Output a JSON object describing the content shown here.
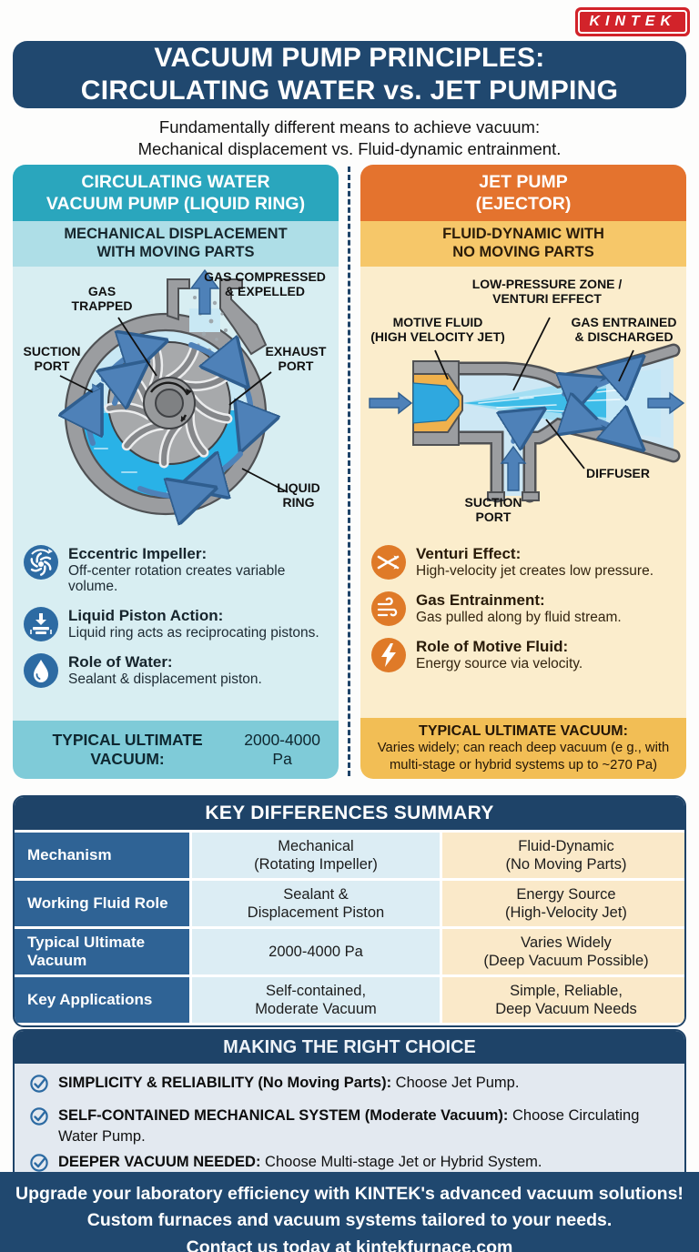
{
  "brand": {
    "logo_text": "KINTEK"
  },
  "header": {
    "title_line1": "VACUUM PUMP PRINCIPLES:",
    "title_line2": "CIRCULATING WATER vs. JET PUMPING",
    "subtitle_line1": "Fundamentally different means to achieve vacuum:",
    "subtitle_line2": "Mechanical displacement vs. Fluid-dynamic entrainment."
  },
  "left_panel": {
    "title_line1": "CIRCULATING WATER",
    "title_line2": "VACUUM PUMP (LIQUID RING)",
    "subtitle_line1": "MECHANICAL DISPLACEMENT",
    "subtitle_line2": "WITH MOVING PARTS",
    "diagram_labels": {
      "gas_trapped": "GAS\nTRAPPED",
      "gas_compressed": "GAS COMPRESSED\n& EXPELLED",
      "suction_port": "SUCTION\nPORT",
      "exhaust_port": "EXHAUST\nPORT",
      "liquid_ring": "LIQUID\nRING"
    },
    "features": [
      {
        "icon": "impeller-icon",
        "title": "Eccentric Impeller:",
        "desc": "Off-center rotation creates variable volume."
      },
      {
        "icon": "piston-icon",
        "title": "Liquid Piston Action:",
        "desc": "Liquid ring acts as reciprocating pistons."
      },
      {
        "icon": "droplet-icon",
        "title": "Role of Water:",
        "desc": "Sealant & displacement piston."
      }
    ],
    "vacuum_label": "TYPICAL ULTIMATE VACUUM:",
    "vacuum_value": "2000-4000 Pa"
  },
  "right_panel": {
    "title_line1": "JET PUMP",
    "title_line2": "(EJECTOR)",
    "subtitle_line1": "FLUID-DYNAMIC WITH",
    "subtitle_line2": "NO MOVING PARTS",
    "diagram_labels": {
      "low_pressure_zone": "LOW-PRESSURE ZONE /\nVENTURI EFFECT",
      "motive_fluid": "MOTIVE FLUID\n(HIGH VELOCITY JET)",
      "gas_entrained": "GAS ENTRAINED\n& DISCHARGED",
      "diffuser": "DIFFUSER",
      "suction_port": "SUCTION\nPORT"
    },
    "features": [
      {
        "icon": "venturi-icon",
        "title": "Venturi Effect:",
        "desc": "High-velocity jet creates low pressure."
      },
      {
        "icon": "wind-icon",
        "title": "Gas Entrainment:",
        "desc": "Gas pulled along by fluid stream."
      },
      {
        "icon": "bolt-icon",
        "title": "Role of Motive Fluid:",
        "desc": "Energy source via velocity."
      }
    ],
    "vacuum_label": "TYPICAL ULTIMATE VACUUM:",
    "vacuum_value": "Varies widely; can reach deep vacuum (e g., with multi-stage or hybrid systems up to ~270 Pa)"
  },
  "summary_table": {
    "title": "KEY DIFFERENCES SUMMARY",
    "rows": [
      {
        "label": "Mechanism",
        "left": "Mechanical\n(Rotating Impeller)",
        "right": "Fluid-Dynamic\n(No Moving Parts)"
      },
      {
        "label": "Working Fluid Role",
        "left": "Sealant &\nDisplacement Piston",
        "right": "Energy Source\n(High-Velocity Jet)"
      },
      {
        "label": "Typical Ultimate\nVacuum",
        "left": "2000-4000 Pa",
        "right": "Varies Widely\n(Deep Vacuum Possible)"
      },
      {
        "label": "Key Applications",
        "left": "Self-contained,\nModerate Vacuum",
        "right": "Simple, Reliable,\nDeep Vacuum Needs"
      }
    ]
  },
  "choice": {
    "title": "MAKING THE RIGHT CHOICE",
    "items": [
      {
        "bold": "SIMPLICITY & RELIABILITY (No Moving Parts):",
        "rest": " Choose Jet Pump."
      },
      {
        "bold": "SELF-CONTAINED MECHANICAL SYSTEM (Moderate Vacuum):",
        "rest": " Choose Circulating Water Pump."
      },
      {
        "bold": "DEEPER VACUUM NEEDED:",
        "rest": " Choose Multi-stage Jet or Hybrid System."
      }
    ]
  },
  "footer": {
    "line1": "Upgrade your laboratory efficiency with KINTEK's advanced vacuum solutions!",
    "line2": "Custom furnaces and vacuum systems tailored to your needs.",
    "line3": "Contact us today at kintekfurnace.com"
  },
  "colors": {
    "navy": "#20486F",
    "table_navy": "#1E4368",
    "teal_header": "#2AA6BD",
    "orange_header": "#E4732E",
    "left_body": "#D8EEF2",
    "right_body": "#FBEDCC",
    "left_foot": "#7FCBD8",
    "right_foot": "#F2BE55",
    "icon_blue": "#2D6BA3",
    "icon_orange": "#DF7A28",
    "logo_red": "#D2232A",
    "arrow_blue": "#4E81B8",
    "water": "#29B2E7"
  }
}
